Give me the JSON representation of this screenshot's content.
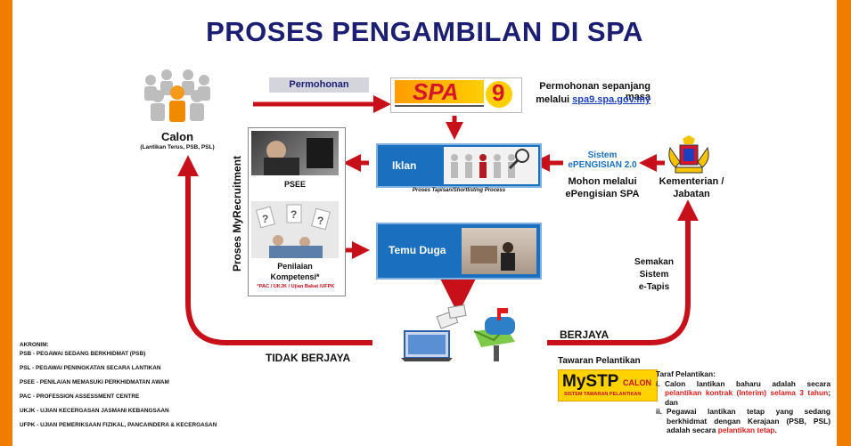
{
  "title": "PROSES PENGAMBILAN DI SPA",
  "calon": {
    "name": "Calon",
    "sub": "(Lantikan Terus, PSB, PSL)"
  },
  "permohonan_tag": "Permohonan",
  "spa_logo": {
    "text": "SPA",
    "num": "9"
  },
  "permohonan_text": {
    "line1": "Permohonan sepanjang masa",
    "line2_prefix": "melalui ",
    "link": "spa9.spa.gov.my"
  },
  "side_label": "Proses MyRecruitment",
  "psee": {
    "label": "PSEE"
  },
  "penilaian": {
    "label1": "Penilaian",
    "label2": "Kompetensi*",
    "note": "*PAC / UKJK / Ujian Bakat /UFPK"
  },
  "iklan": {
    "label": "Iklan",
    "caption": "Proses Tapisan/Shortlisting Process"
  },
  "temu_duga": {
    "label": "Temu Duga"
  },
  "epengisian": {
    "line1": "Sistem",
    "line2": "ePENGISIAN 2.0",
    "mohon1": "Mohon melalui",
    "mohon2": "ePengisian SPA"
  },
  "kementerian": {
    "line1": "Kementerian /",
    "line2": "Jabatan"
  },
  "semakan": {
    "line1": "Semakan",
    "line2": "Sistem",
    "line3": "e-Tapis"
  },
  "berjaya": "BERJAYA",
  "tidak_berjaya": "TIDAK BERJAYA",
  "tawaran": "Tawaran Pelantikan",
  "mystp": {
    "main": "MySTP",
    "calon": "CALON",
    "sub": "SISTEM TAWARAN PELANTIKAN"
  },
  "taraf": {
    "heading": "Taraf Pelantikan:",
    "i_num": "i.",
    "i_text1": "Calon lantikan baharu adalah secara",
    "i_red": "pelantikan kontrak (Interim) selama 3 tahun",
    "i_end": "; dan",
    "ii_num": "ii.",
    "ii_text1": "Pegawai lantikan tetap yang sedang berkhidmat dengan Kerajaan (PSB, PSL) adalah secara",
    "ii_red": "pelantikan tetap",
    "ii_end": "."
  },
  "akronim": {
    "heading": "AKRONIM:",
    "items": [
      "PSB - PEGAWAI SEDANG BERKHIDMAT (PSB)",
      "PSL - PEGAWAI PENINGKATAN SECARA LANTIKAN",
      "PSEE - PENILAIAN MEMASUKI PERKHIDMATAN AWAM",
      "PAC - PROFESSION ASSESSMENT CENTRE",
      "UKJK -  UJIAN KECERGASAN JASMANI KEBANGSAAN",
      "UFPK - UJIAN PEMERIKSAAN FIZIKAL, PANCAINDERA & KECERGASAN"
    ]
  },
  "colors": {
    "navy": "#1b1e73",
    "arrow_red": "#c8101a",
    "blue_box": "#1a6fbf",
    "orange_frame": "#f07d00",
    "link_blue": "#1a3fbf"
  }
}
